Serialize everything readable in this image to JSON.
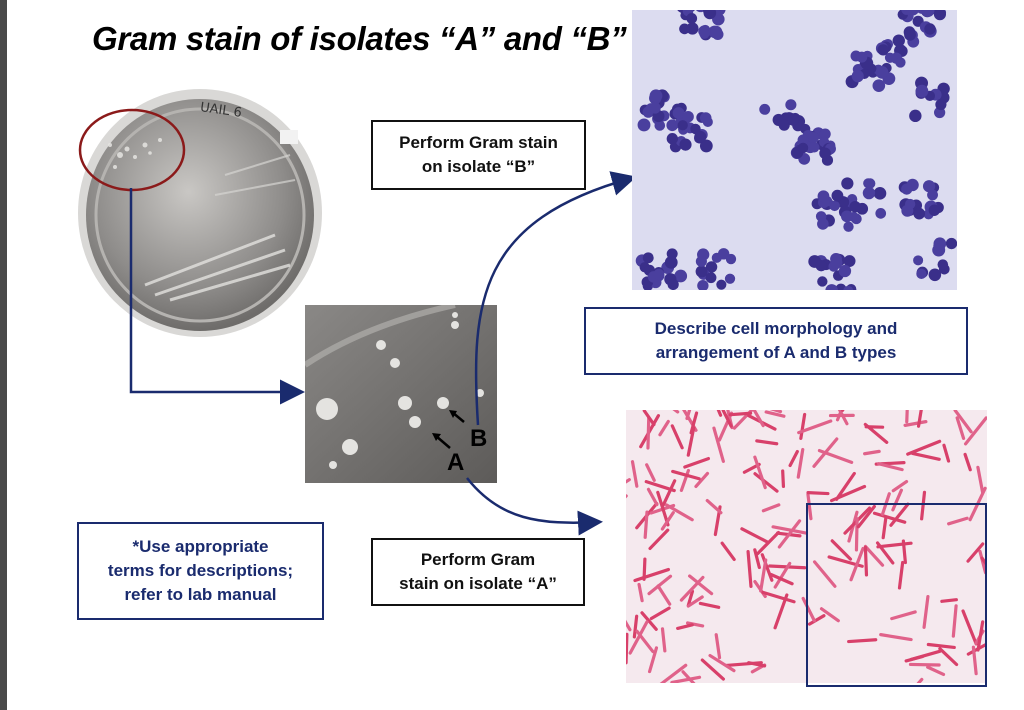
{
  "title": "Gram stain of isolates “A” and “B”",
  "plate_label": "UAIL 6",
  "boxes": {
    "stain_b": [
      "Perform Gram stain",
      "on isolate “B”"
    ],
    "describe": [
      "Describe cell morphology and",
      "arrangement of A and B types"
    ],
    "use_terms": [
      "*Use appropriate",
      "terms for descriptions;",
      "refer to lab manual"
    ],
    "stain_a": [
      "Perform Gram",
      "stain on isolate “A”"
    ]
  },
  "colony_labels": {
    "a": "A",
    "b": "B"
  },
  "colors": {
    "accent_blue": "#1a2b6e",
    "circle_red": "#8b1a1a",
    "cocci_purple": "#3a2f8a",
    "bacilli_pink": "#d8406a"
  }
}
